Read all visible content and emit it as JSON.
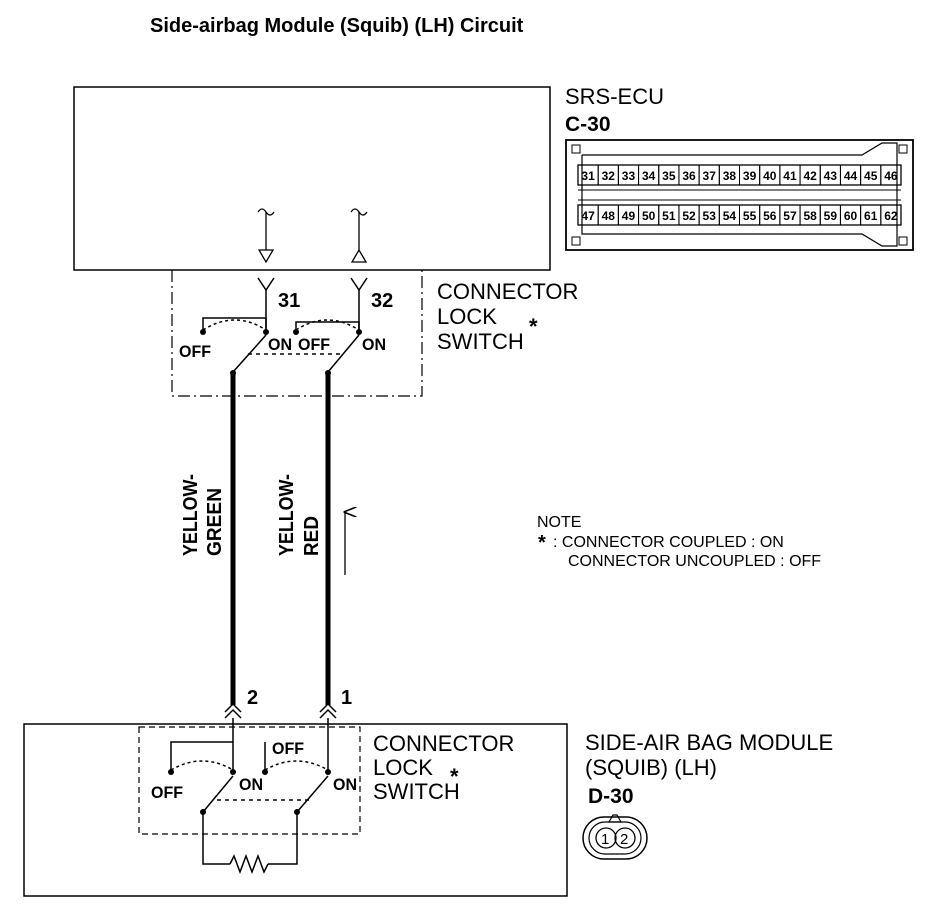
{
  "title": "Side-airbag Module (Squib) (LH) Circuit",
  "ecu": {
    "name": "SRS-ECU",
    "connector_code": "C-30",
    "pins_top": [
      "31",
      "32",
      "33",
      "34",
      "35",
      "36",
      "37",
      "38",
      "39",
      "40",
      "41",
      "42",
      "43",
      "44",
      "45",
      "46"
    ],
    "pins_bottom": [
      "47",
      "48",
      "49",
      "50",
      "51",
      "52",
      "53",
      "54",
      "55",
      "56",
      "57",
      "58",
      "59",
      "60",
      "61",
      "62"
    ],
    "pin_labels": [
      "31",
      "32"
    ]
  },
  "upper_switch": {
    "label_lines": [
      "CONNECTOR",
      "LOCK",
      "SWITCH"
    ],
    "off_label": "OFF",
    "on_label": "ON",
    "star": "*"
  },
  "wires": [
    {
      "color_lines": [
        "YELLOW-",
        "GREEN"
      ]
    },
    {
      "color_lines": [
        "YELLOW-",
        "RED"
      ]
    }
  ],
  "note": {
    "heading": "NOTE",
    "star": "*",
    "line1": ": CONNECTOR COUPLED : ON",
    "line2": "CONNECTOR UNCOUPLED : OFF"
  },
  "module": {
    "name_lines": [
      "SIDE-AIR BAG MODULE",
      "(SQUIB) (LH)"
    ],
    "connector_code": "D-30",
    "pin_labels": [
      "2",
      "1"
    ],
    "connector_pins": [
      "1",
      "2"
    ]
  },
  "lower_switch": {
    "label_lines": [
      "CONNECTOR",
      "LOCK",
      "SWITCH"
    ],
    "off_label": "OFF",
    "on_label": "ON",
    "star": "*"
  }
}
